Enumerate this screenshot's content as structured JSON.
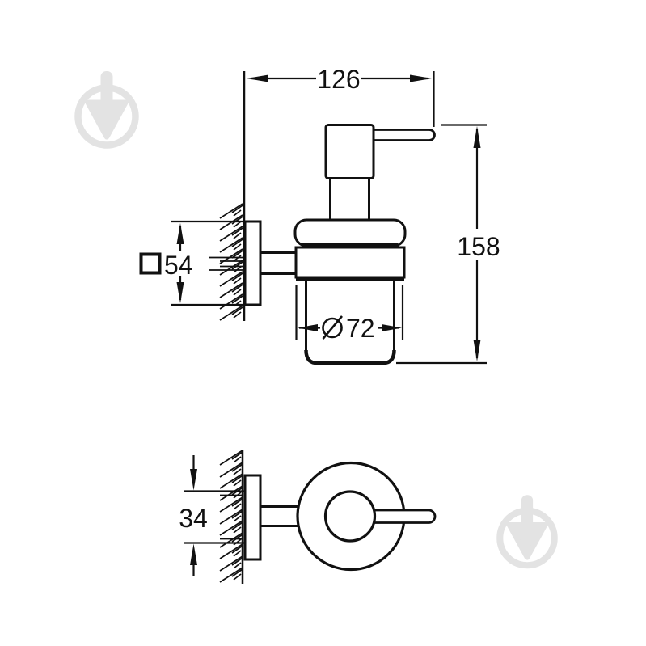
{
  "canvas": {
    "background_color": "#ffffff",
    "line_color": "#111111",
    "watermark_color": "#e3e3e3"
  },
  "drawing": {
    "subject": "wall-mounted soap dispenser with holder, two-view dimensional drawing",
    "dimensions": {
      "overall_width": {
        "value": "126"
      },
      "overall_height": {
        "value": "158"
      },
      "mount_plate": {
        "symbol": "square",
        "value": "54"
      },
      "glass_diameter": {
        "symbol": "diameter",
        "value": "72"
      },
      "screw_hole_spacing": {
        "value": "34"
      }
    },
    "watermark": {
      "icon": "trowel-in-circle-icon"
    }
  }
}
